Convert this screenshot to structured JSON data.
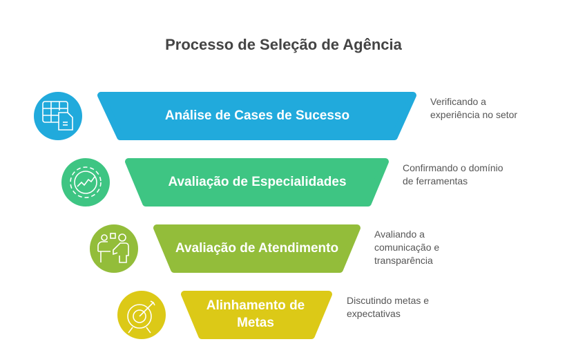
{
  "title": "Processo de Seleção de Agência",
  "stages": [
    {
      "label": "Análise de Cases de Sucesso",
      "description": [
        "Verificando a",
        "experiência no setor"
      ],
      "color": "#21aadc",
      "icon": "spreadsheet-document-icon"
    },
    {
      "label": "Avaliação de Especialidades",
      "description": [
        "Confirmando o domínio",
        "de ferramentas"
      ],
      "color": "#3ec583",
      "icon": "gear-chart-icon"
    },
    {
      "label": "Avaliação de Atendimento",
      "description": [
        "Avaliando a",
        "comunicação e",
        "transparência"
      ],
      "color": "#93bd3a",
      "icon": "presenter-icon"
    },
    {
      "label": "Alinhamento de Metas",
      "description": [
        "Discutindo metas e",
        "expectativas"
      ],
      "color": "#dcc917",
      "icon": "target-icon"
    }
  ]
}
